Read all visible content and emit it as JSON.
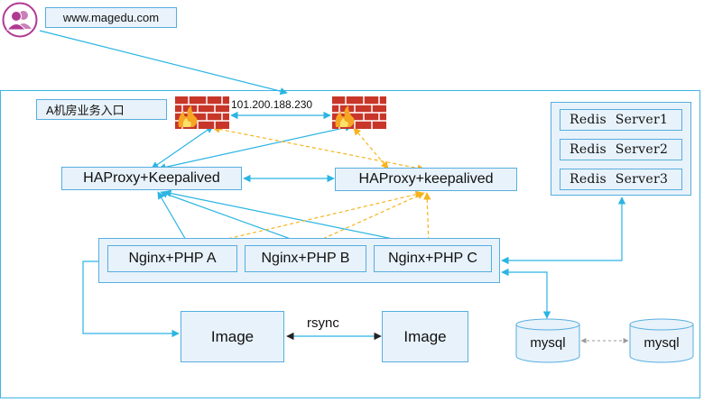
{
  "url": "www.magedu.com",
  "entry_label": "A机房业务入口",
  "vip": "101.200.188.230",
  "haproxy": [
    "HAProxy+Keepalived",
    "HAProxy+keepalived"
  ],
  "nginx": [
    "Nginx+PHP A",
    "Nginx+PHP B",
    "Nginx+PHP C"
  ],
  "image": [
    "Image",
    "Image"
  ],
  "rsync_label": "rsync",
  "redis": [
    "Redis   Server1",
    "Redis   Server2",
    "Redis   Server3"
  ],
  "mysql": [
    "mysql",
    "mysql"
  ],
  "colors": {
    "link_blue": "#2bb5e3",
    "link_orange": "#f5b41e",
    "box_border": "#56aee0",
    "box_fill": "#e8f2fa",
    "user_icon": "#b03a92"
  },
  "icons": {
    "user": "user-group-icon",
    "firewall": "firewall-icon",
    "database": "database-icon"
  }
}
